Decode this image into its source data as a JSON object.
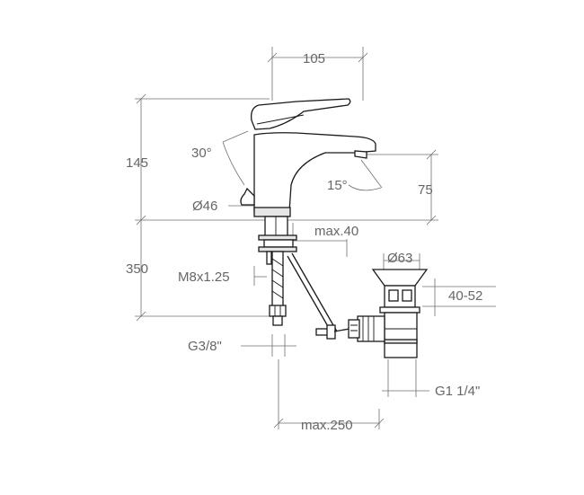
{
  "labels": {
    "width_105": "105",
    "height_145": "145",
    "angle_30": "30°",
    "angle_15": "15°",
    "height_75": "75",
    "dia_46": "Ø46",
    "max_40": "max.40",
    "length_350": "350",
    "dia_63": "Ø63",
    "thread_m8": "M8x1.25",
    "range_40_52": "40-52",
    "thread_g38": "G3/8\"",
    "thread_g114": "G1 1/4\"",
    "max_250": "max.250"
  }
}
